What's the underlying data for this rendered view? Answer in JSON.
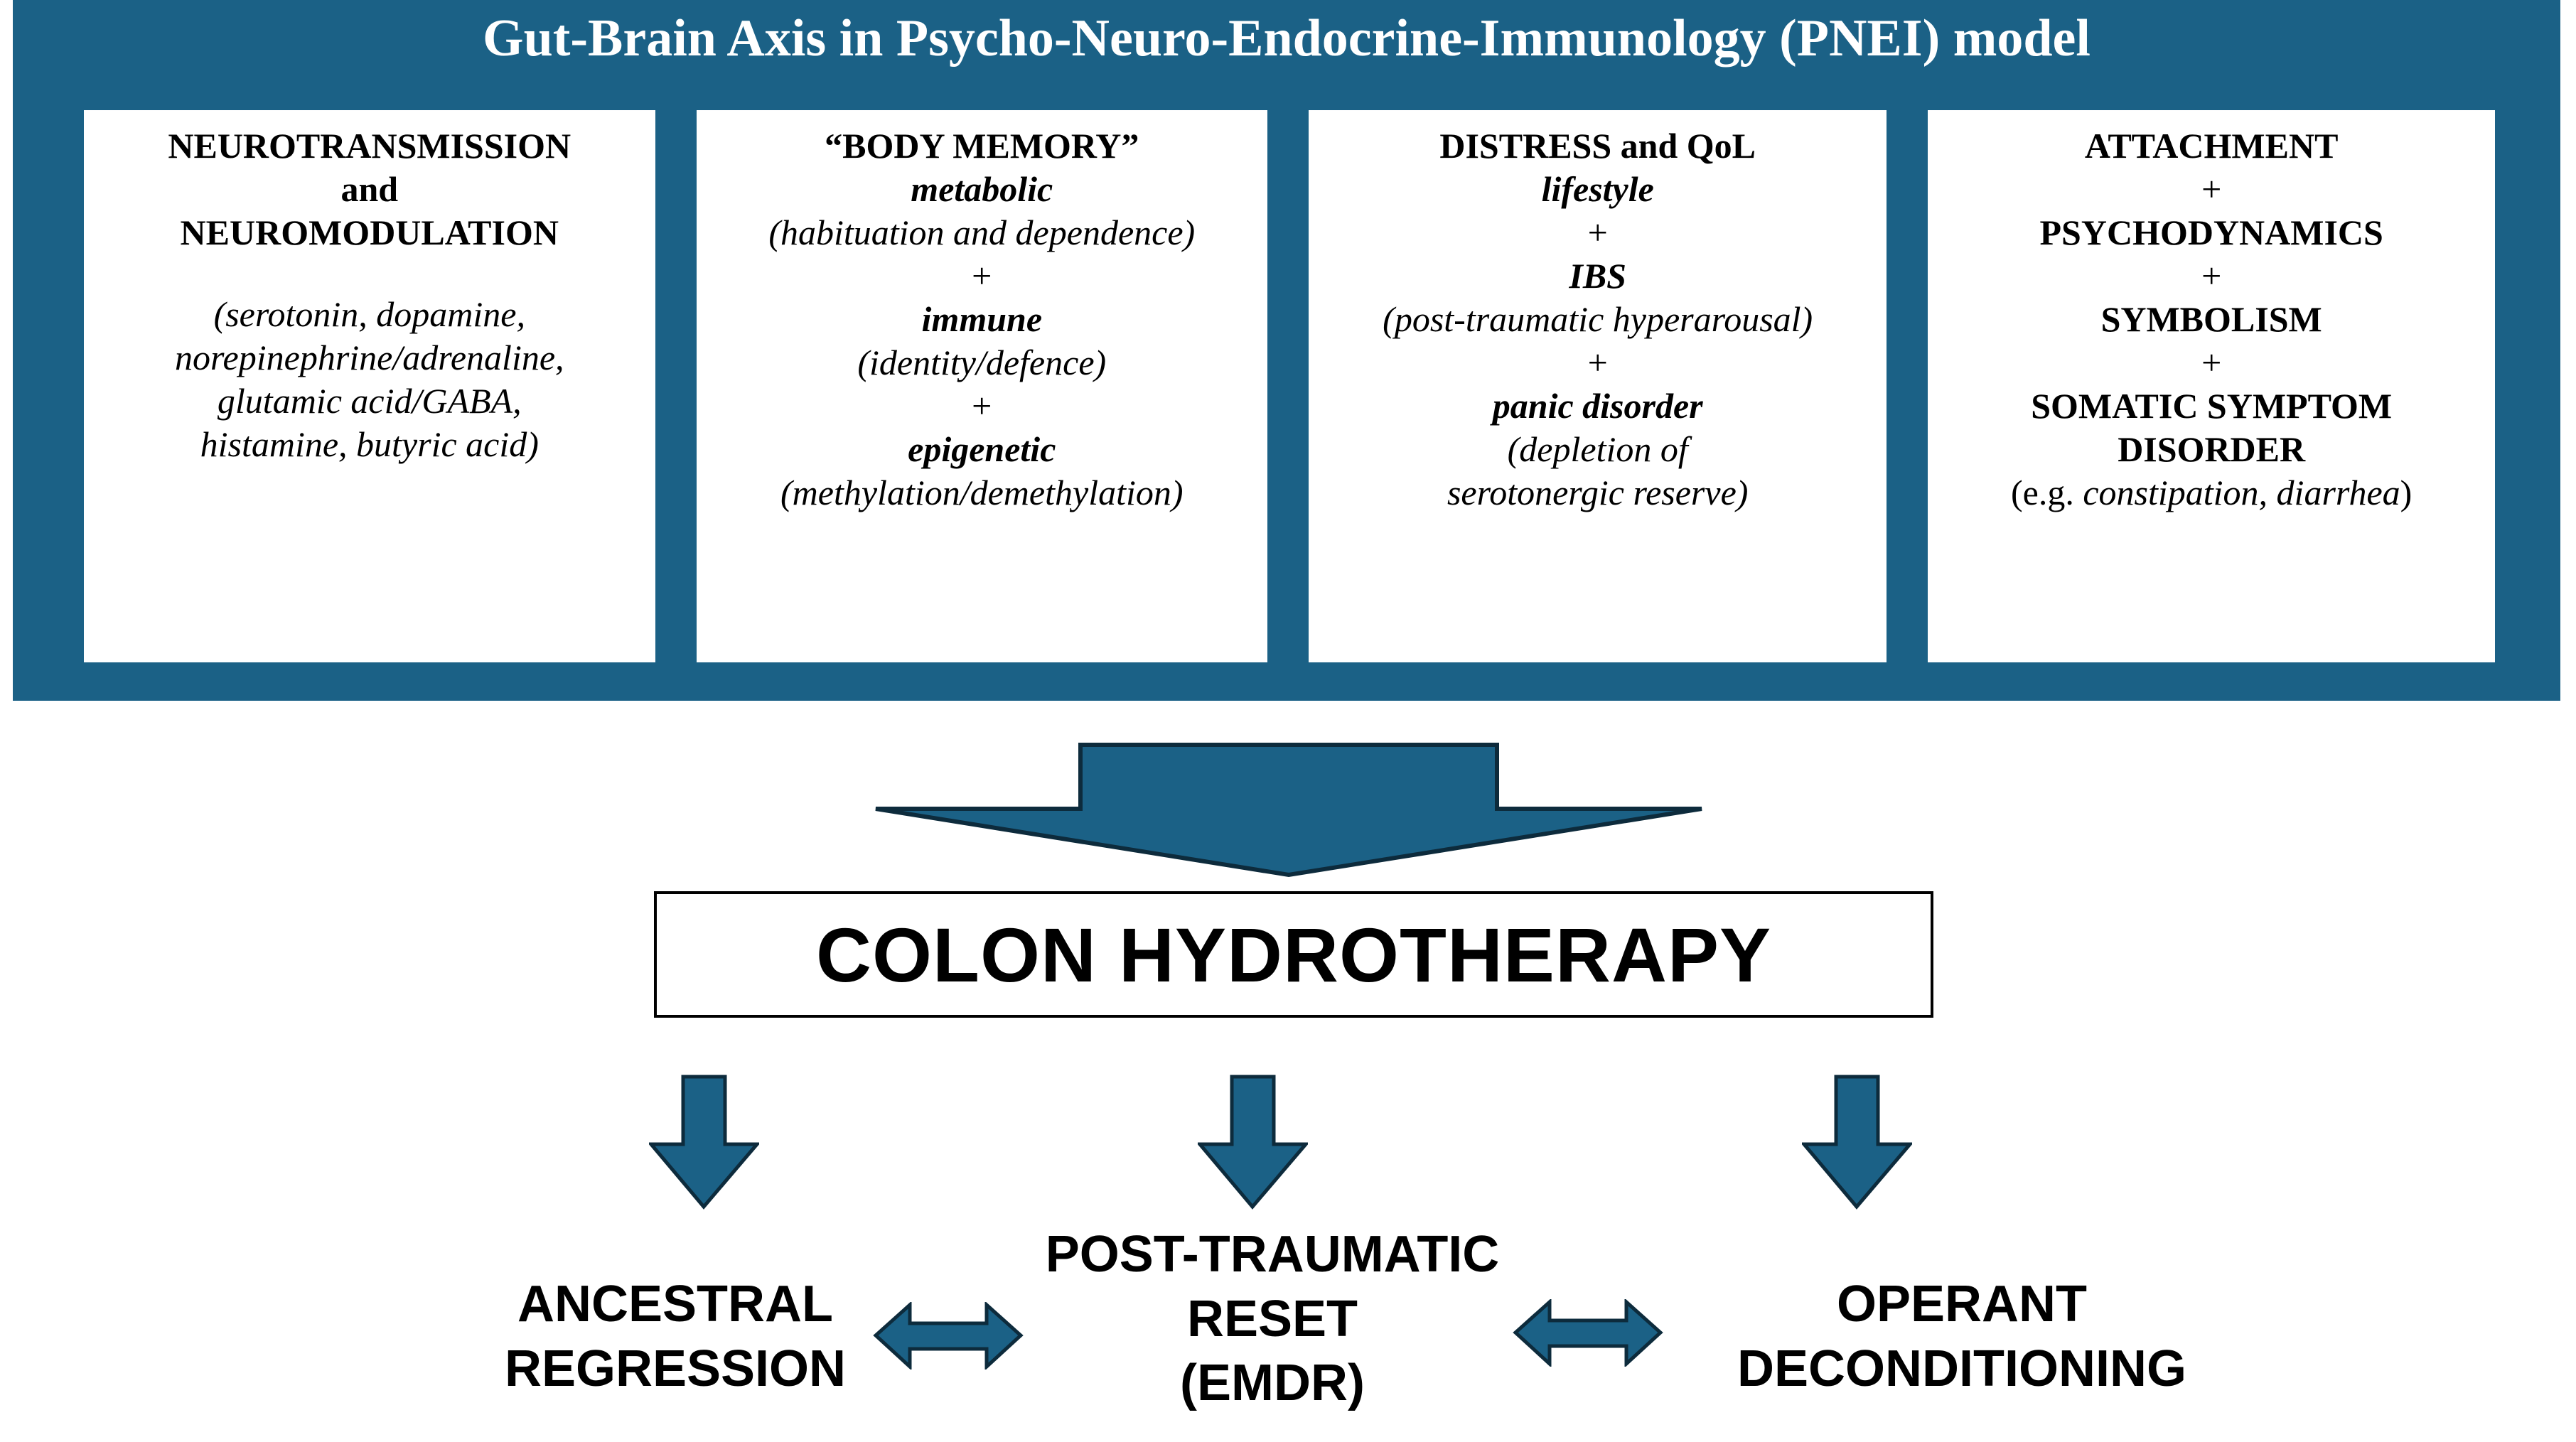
{
  "colors": {
    "brand_blue": "#1b6186",
    "arrow_fill": "#1b6186",
    "arrow_stroke": "#0d2b3c",
    "card_bg": "#ffffff",
    "text": "#000000",
    "title_text": "#ffffff"
  },
  "panel": {
    "title": "Gut-Brain Axis in Psycho-Neuro-Endocrine-Immunology (PNEI) model"
  },
  "cards": [
    {
      "id": "neurotransmission",
      "lines": [
        {
          "text": "NEUROTRANSMISSION",
          "style": "b"
        },
        {
          "text": "and",
          "style": "b"
        },
        {
          "text": "NEUROMODULATION",
          "style": "b"
        },
        {
          "text": "(serotonin, dopamine,",
          "style": "i"
        },
        {
          "text": "norepinephrine/adrenaline,",
          "style": "i"
        },
        {
          "text": "glutamic acid/GABA,",
          "style": "i"
        },
        {
          "text": "histamine, butyric acid)",
          "style": "i"
        }
      ]
    },
    {
      "id": "body-memory",
      "lines": [
        {
          "text": "“BODY MEMORY”",
          "style": "b"
        },
        {
          "text": "metabolic",
          "style": "bi"
        },
        {
          "text": "(habituation and dependence)",
          "style": "i"
        },
        {
          "text": "+",
          "style": "plus"
        },
        {
          "text": "immune",
          "style": "bi"
        },
        {
          "text": "(identity/defence)",
          "style": "i"
        },
        {
          "text": "+",
          "style": "plus"
        },
        {
          "text": "epigenetic",
          "style": "bi"
        },
        {
          "text": "(methylation/demethylation)",
          "style": "i"
        }
      ]
    },
    {
      "id": "distress-qol",
      "lines": [
        {
          "text": "DISTRESS and QoL",
          "style": "b"
        },
        {
          "text": "lifestyle",
          "style": "bi"
        },
        {
          "text": "+",
          "style": "plus"
        },
        {
          "text": "IBS",
          "style": "bi"
        },
        {
          "text": "(post-traumatic hyperarousal)",
          "style": "i"
        },
        {
          "text": "+",
          "style": "plus"
        },
        {
          "text": "panic disorder",
          "style": "bi"
        },
        {
          "text": "(depletion of",
          "style": "i"
        },
        {
          "text": "serotonergic reserve)",
          "style": "i"
        }
      ]
    },
    {
      "id": "attachment",
      "lines": [
        {
          "text": "ATTACHMENT",
          "style": "b"
        },
        {
          "text": "+",
          "style": "plus"
        },
        {
          "text": "PSYCHODYNAMICS",
          "style": "b"
        },
        {
          "text": "+",
          "style": "plus"
        },
        {
          "text": "SYMBOLISM",
          "style": "b"
        },
        {
          "text": "+",
          "style": "plus"
        },
        {
          "text": "SOMATIC SYMPTOM",
          "style": "b"
        },
        {
          "text": "DISORDER",
          "style": "b"
        },
        {
          "text": "(e.g. constipation, diarrhea)",
          "style": "eg"
        }
      ]
    }
  ],
  "card_texts": {
    "c1l1": "NEUROTRANSMISSION",
    "c1l2": "and",
    "c1l3": "NEUROMODULATION",
    "c1l4": "(serotonin, dopamine,",
    "c1l5": "norepinephrine/adrenaline,",
    "c1l6": "glutamic acid/GABA,",
    "c1l7": "histamine, butyric acid)",
    "c2l1": "“BODY MEMORY”",
    "c2l2": "metabolic",
    "c2l3": "(habituation and dependence)",
    "c2l4": "+",
    "c2l5": "immune",
    "c2l6": "(identity/defence)",
    "c2l7": "+",
    "c2l8": "epigenetic",
    "c2l9": "(methylation/demethylation)",
    "c3l1": "DISTRESS and QoL",
    "c3l2": "lifestyle",
    "c3l3": "+",
    "c3l4": "IBS",
    "c3l5": "(post-traumatic hyperarousal)",
    "c3l6": "+",
    "c3l7": "panic disorder",
    "c3l8": "(depletion of",
    "c3l9": "serotonergic reserve)",
    "c4l1": "ATTACHMENT",
    "c4l2": "+",
    "c4l3": "PSYCHODYNAMICS",
    "c4l4": "+",
    "c4l5": "SYMBOLISM",
    "c4l6": "+",
    "c4l7": "SOMATIC SYMPTOM",
    "c4l8": "DISORDER",
    "c4l9a": "(e.g. ",
    "c4l9b": "constipation, diarrhea",
    "c4l9c": ")"
  },
  "treatment": {
    "label": "COLON HYDROTHERAPY"
  },
  "outcomes": {
    "left_line1": "ANCESTRAL",
    "left_line2": "REGRESSION",
    "center_line1": "POST-TRAUMATIC",
    "center_line2": "RESET",
    "center_line3": "(EMDR)",
    "right_line1": "OPERANT",
    "right_line2": "DECONDITIONING"
  },
  "icons": {
    "big_down_arrow": "down-arrow-icon",
    "small_down_arrow": "down-arrow-icon",
    "bidirectional_arrow": "left-right-arrow-icon"
  }
}
